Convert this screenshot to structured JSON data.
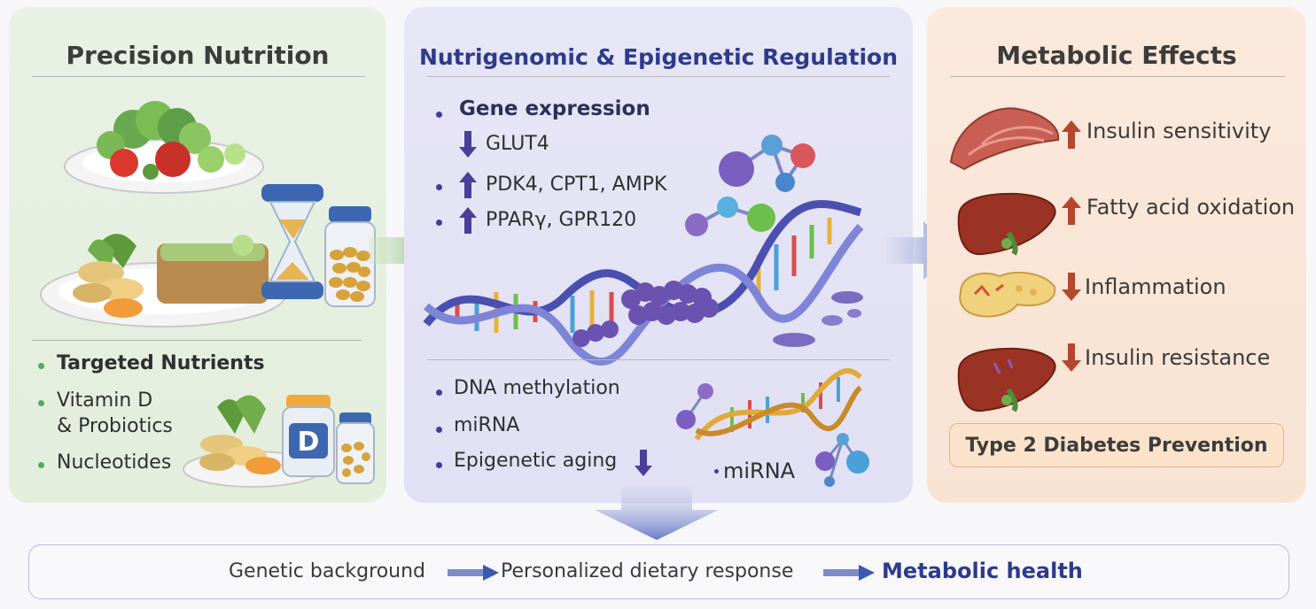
{
  "panels": {
    "nutrition": {
      "title": "Precision Nutrition",
      "items": [
        "Targeted Nutrients",
        "Vitamin D",
        "& Probiotics",
        "Nucleotides"
      ],
      "supplement_label": "D"
    },
    "regulation": {
      "title": "Nutrigenomic & Epigenetic Regulation",
      "gene_expression_label": "Gene expression",
      "genes": [
        "GLUT4",
        "PDK4, CPT1, AMPK",
        "PPARγ, GPR120"
      ],
      "epigenetic_items": [
        "DNA methylation",
        "miRNA",
        "Epigenetic aging"
      ],
      "mirna_label": "miRNA"
    },
    "effects": {
      "title": "Metabolic Effects",
      "items": [
        "Insulin sensitivity",
        "Fatty acid oxidation",
        "Inflammation",
        "Insulin resistance"
      ],
      "outcome": "Type 2 Diabetes Prevention"
    }
  },
  "flow": {
    "steps": [
      "Genetic background",
      "Personalized dietary response",
      "Metabolic health"
    ]
  },
  "colors": {
    "up_arrow": "#b5472e",
    "down_arrow": "#b5472e",
    "gene_arrow": "#4a3f9a",
    "highlight": "#2e3a8c"
  }
}
